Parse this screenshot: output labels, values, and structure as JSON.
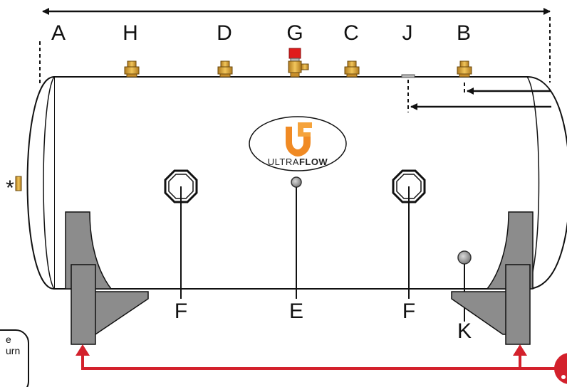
{
  "labels": {
    "a": "A",
    "h": "H",
    "d": "D",
    "g": "G",
    "c": "C",
    "j": "J",
    "b": "B",
    "f_left": "F",
    "e": "E",
    "f_right": "F",
    "k": "K",
    "asterisk": "*"
  },
  "logo": {
    "brand_prefix": "ULTRA",
    "brand_suffix": "FLOW",
    "icon_name": "ultraflow-uf-logo-icon",
    "accent_color": "#f08a24"
  },
  "note": {
    "line1": "e",
    "line2": "urn"
  },
  "colors": {
    "tank_outline": "#111111",
    "tank_fill": "#ffffff",
    "cradle": "#8c8c8c",
    "fitting_brass": "#d9a441",
    "relief_valve_cap": "#e01b1b",
    "flow_arrow": "#d3212c",
    "port_grey": "#9a9a9a"
  },
  "icons": {
    "fittings": [
      "brass-fitting-icon",
      "relief-valve-icon"
    ],
    "ports": [
      "immersion-boss-icon",
      "sensor-pocket-icon"
    ],
    "arrows": [
      "dimension-arrow-icon",
      "flow-arrow-icon"
    ]
  }
}
